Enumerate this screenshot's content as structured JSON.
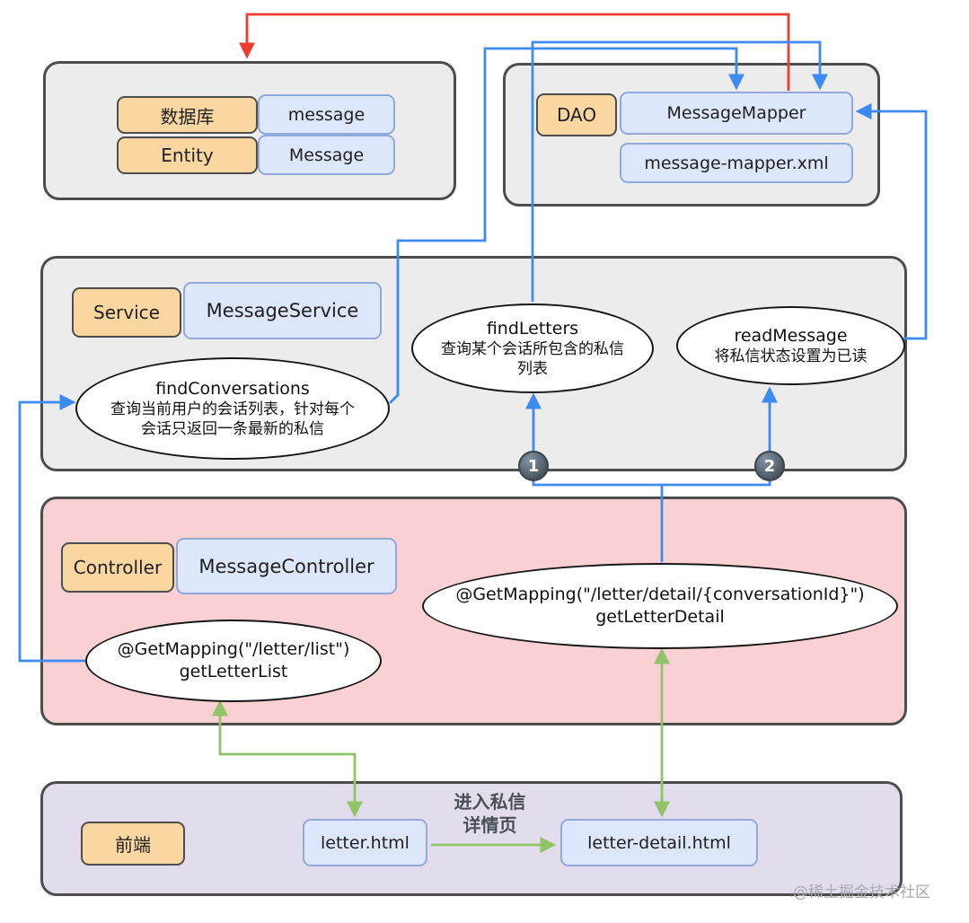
{
  "diagram": {
    "database_panel": {
      "rows": [
        {
          "label": "数据库",
          "value": "message"
        },
        {
          "label": "Entity",
          "value": "Message"
        }
      ]
    },
    "dao_panel": {
      "label": "DAO",
      "mapper": "MessageMapper",
      "xml": "message-mapper.xml"
    },
    "service_panel": {
      "label": "Service",
      "class_name": "MessageService",
      "methods": [
        {
          "name": "findConversations",
          "desc": "查询当前用户的会话列表，针对每个会话只返回一条最新的私信"
        },
        {
          "name": "findLetters",
          "desc": "查询某个会话所包含的私信列表"
        },
        {
          "name": "readMessage",
          "desc": "将私信状态设置为已读"
        }
      ]
    },
    "controller_panel": {
      "label": "Controller",
      "class_name": "MessageController",
      "handlers": [
        {
          "mapping": "@GetMapping(\"/letter/list\")",
          "method": "getLetterList"
        },
        {
          "mapping": "@GetMapping(\"/letter/detail/{conversationId}\")",
          "method": "getLetterDetail"
        }
      ]
    },
    "frontend_panel": {
      "label": "前端",
      "pages": [
        {
          "name": "letter.html"
        },
        {
          "name": "letter-detail.html"
        }
      ],
      "transition_label": "进入私信\n详情页"
    },
    "badges": [
      {
        "number": "1"
      },
      {
        "number": "2"
      }
    ],
    "watermark": "@稀土掘金技术社区"
  },
  "colors": {
    "blue_arrow": "#3d8af2",
    "red_arrow": "#ee3b30",
    "green_arrow": "#93c368",
    "orange_chip": "#fad7a0",
    "blue_chip": "#dde7fb"
  }
}
